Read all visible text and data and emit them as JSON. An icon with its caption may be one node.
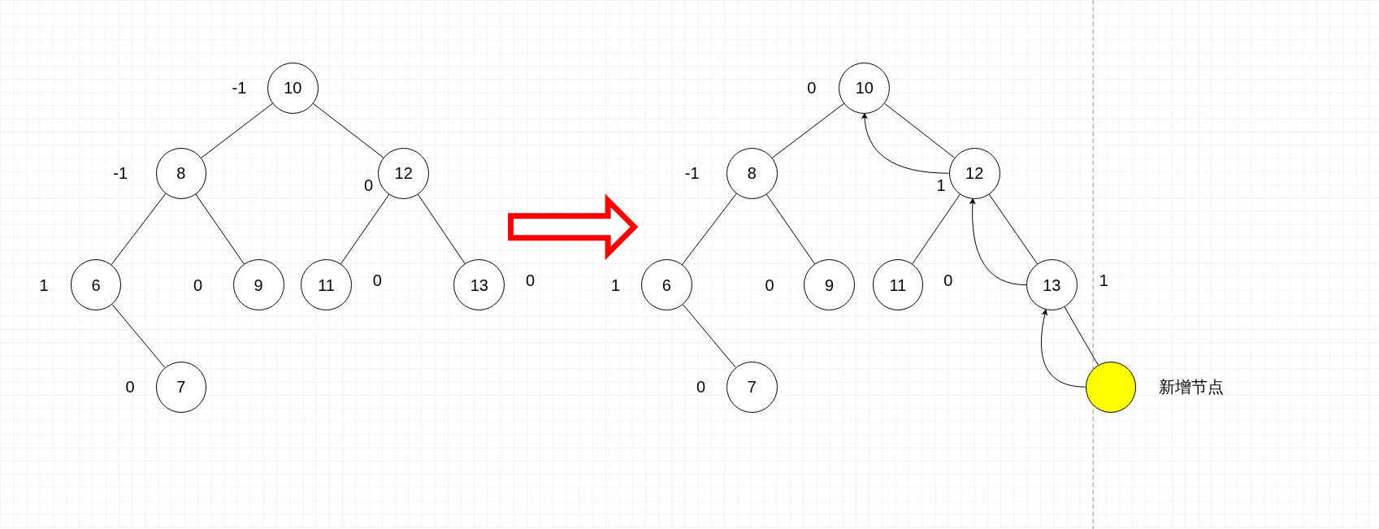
{
  "diagram": {
    "nodes": [
      {
        "text": [],
        "shape": "picture"
      },
      {
        "text": [
          "10"
        ],
        "beside": [
          "-1"
        ],
        "in": 0
      },
      {
        "text": [
          "8"
        ],
        "beside": [
          "-1"
        ],
        "in": 0
      },
      {
        "text": [
          "12"
        ],
        "beside": [
          "0"
        ],
        "in": 0
      },
      {
        "text": [
          "6"
        ],
        "beside": [
          "1"
        ],
        "in": 0
      },
      {
        "text": [
          "9"
        ],
        "beside": [
          "0"
        ],
        "in": 0
      },
      {
        "text": [
          "11"
        ],
        "beside": [
          "0"
        ],
        "in": 0
      },
      {
        "text": [
          "13"
        ],
        "beside": [
          "0"
        ],
        "in": 0
      },
      {
        "text": [
          "7"
        ],
        "beside": [
          "0"
        ],
        "in": 0
      },
      {
        "text": [],
        "shape": "picture"
      },
      {
        "text": [
          "10"
        ],
        "beside": [
          "0"
        ],
        "in": 9
      },
      {
        "text": [
          "8"
        ],
        "beside": [
          "-1"
        ],
        "in": 9
      },
      {
        "text": [
          "12"
        ],
        "beside": [
          "1"
        ],
        "in": 9
      },
      {
        "text": [
          "6"
        ],
        "beside": [
          "1"
        ],
        "in": 9
      },
      {
        "text": [
          "9"
        ],
        "beside": [
          "0"
        ],
        "in": 9
      },
      {
        "text": [
          "11"
        ],
        "beside": [
          "0"
        ],
        "in": 9
      },
      {
        "text": [
          "13"
        ],
        "beside": [
          "1"
        ],
        "in": 9
      },
      {
        "text": [
          "7"
        ],
        "beside": [
          "0"
        ],
        "in": 9
      },
      {
        "text": [],
        "shape": "circle",
        "beside": [
          "新增节点"
        ],
        "in": 9
      }
    ],
    "edges": [
      {
        "from": 0,
        "to": 9,
        "arrow": "to",
        "style": "thick",
        "color": "#ff0000"
      },
      {
        "from": 1,
        "to": 2,
        "arrow": "none"
      },
      {
        "from": 1,
        "to": 3,
        "arrow": "none"
      },
      {
        "from": 2,
        "to": 4,
        "arrow": "none"
      },
      {
        "from": 2,
        "to": 5,
        "arrow": "none"
      },
      {
        "from": 3,
        "to": 6,
        "arrow": "none"
      },
      {
        "from": 3,
        "to": 7,
        "arrow": "none"
      },
      {
        "from": 4,
        "to": 8,
        "arrow": "none"
      },
      {
        "from": 10,
        "to": 11,
        "arrow": "none"
      },
      {
        "from": 10,
        "to": 12,
        "arrow": "none"
      },
      {
        "from": 11,
        "to": 13,
        "arrow": "none"
      },
      {
        "from": 11,
        "to": 14,
        "arrow": "none"
      },
      {
        "from": 12,
        "to": 15,
        "arrow": "none"
      },
      {
        "from": 12,
        "to": 16,
        "arrow": "none"
      },
      {
        "from": 13,
        "to": 17,
        "arrow": "none"
      },
      {
        "from": 16,
        "to": 18,
        "arrow": "none"
      },
      {
        "from": 18,
        "to": 16,
        "arrow": "to"
      },
      {
        "from": 16,
        "to": 12,
        "arrow": "to"
      },
      {
        "from": 12,
        "to": 10,
        "arrow": "to"
      }
    ]
  }
}
